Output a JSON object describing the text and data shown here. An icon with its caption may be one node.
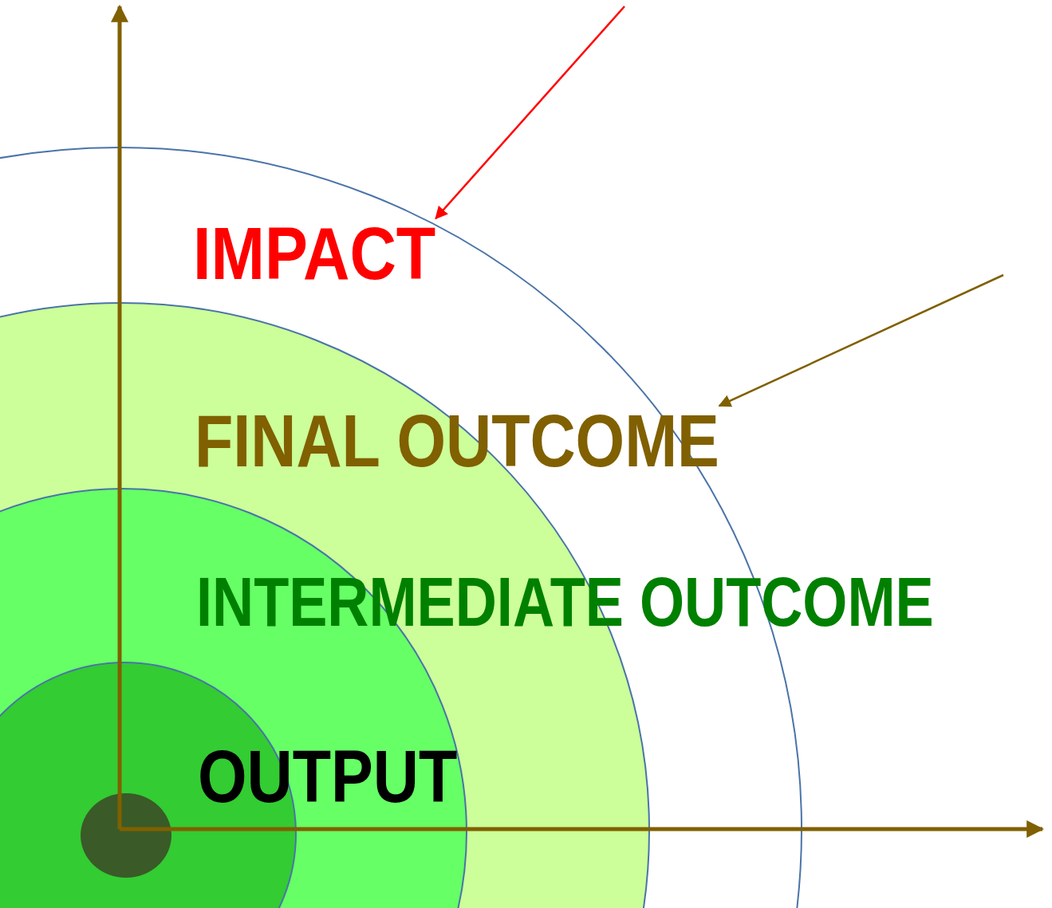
{
  "diagram": {
    "nodes": [
      {
        "text": [
          "IMPACT"
        ]
      },
      {
        "text": [
          "FINAL OUTCOME"
        ],
        "in": 0
      },
      {
        "text": [
          "INTERMEDIATE OUTCOME"
        ],
        "in": 1
      },
      {
        "text": [
          "OUTPUT"
        ],
        "in": 2
      },
      {
        "text": [],
        "shape": "circle",
        "in": 3
      }
    ],
    "edges": [
      {
        "from": null,
        "to": 0,
        "arrow": "to",
        "color": "#ff0000"
      },
      {
        "from": null,
        "to": 1,
        "arrow": "to",
        "color": "#806000"
      }
    ]
  }
}
